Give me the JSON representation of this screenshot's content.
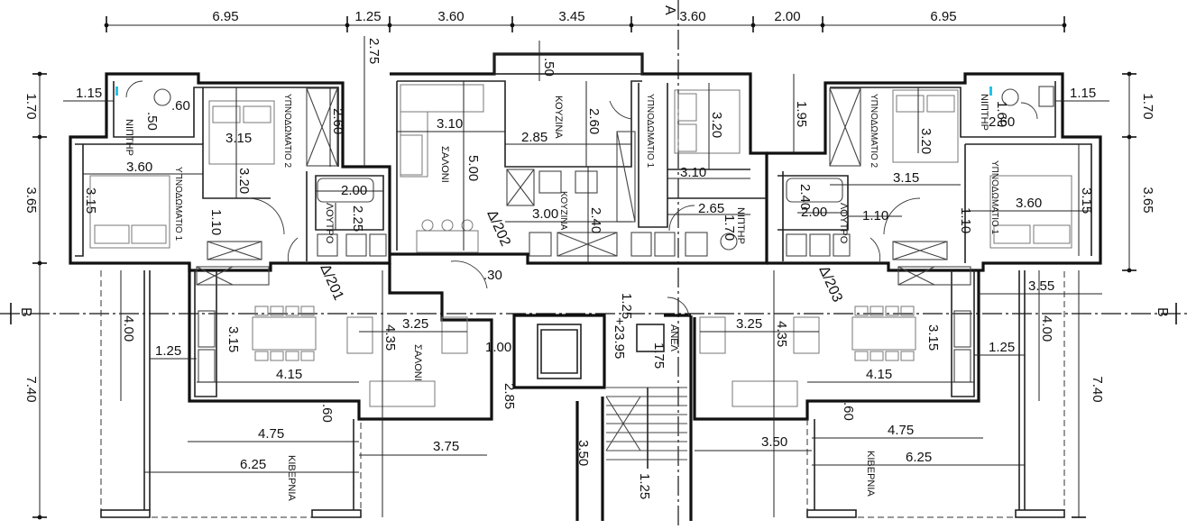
{
  "top_dimensions": [
    "6.95",
    "1.25",
    "3.60",
    "3.45",
    "3.60",
    "2.00",
    "6.95"
  ],
  "side_dimensions": {
    "left": [
      "1.70",
      "3.65",
      "7.40"
    ],
    "right": [
      "1.70",
      "3.65",
      "7.40"
    ]
  },
  "axis_labels": {
    "vertical": "A",
    "horizontal_left": "B",
    "horizontal_right": "B"
  },
  "apartments": [
    {
      "id": "Δ/201",
      "label": "Δ/201"
    },
    {
      "id": "Δ/202",
      "label": "Δ/202"
    },
    {
      "id": "Δ/203",
      "label": "Δ/203"
    }
  ],
  "rooms": {
    "bedroom1": "ΥΠΝΟΔΩΜΑΤΙΟ 1",
    "bedroom2": "ΥΠΝΟΔΩΜΑΤΙΟ 2",
    "living": "ΣΑΛΟΝΙ",
    "kitchen": "ΚΟΥΖΙΝΑ",
    "bath": "ΛΟΥΤΡΟ",
    "wc": "ΝΙΠΤΗΡ",
    "veranda": "ΚΙΒΕΡΝΙΑ",
    "lift": "ΑΝΕΛ"
  },
  "inner_dimensions": {
    "left_apartment": [
      "1.15",
      ".60",
      ".50",
      "3.15",
      "3.60",
      "3.15",
      "3.20",
      "2.60",
      "1.10",
      "2.00",
      "2.25",
      "2.75",
      "3.25",
      "4.35",
      "3.15",
      "1.25",
      "4.15",
      "4.00",
      ".60",
      "4.75",
      "6.25",
      "3.75"
    ],
    "center_apartment": [
      "3.10",
      "5.00",
      "2.85",
      "2.60",
      ".50",
      "3.20",
      "3.10",
      "3.00",
      "2.40",
      "2.65",
      "1.70",
      ".30",
      "1.25",
      "1.00",
      "2.85",
      "3.50",
      "1.25",
      "1.75"
    ],
    "right_apartment": [
      "1.95",
      "3.20",
      "1.15",
      "2.60",
      "1.60",
      "3.15",
      "3.60",
      "3.15",
      "2.40",
      "2.00",
      "1.10",
      "1.10",
      "3.55",
      "3.25",
      "4.35",
      "3.15",
      "1.25",
      "4.00",
      "4.15",
      ".60",
      "4.75",
      "6.25",
      "3.50"
    ]
  },
  "level": "+23.95"
}
